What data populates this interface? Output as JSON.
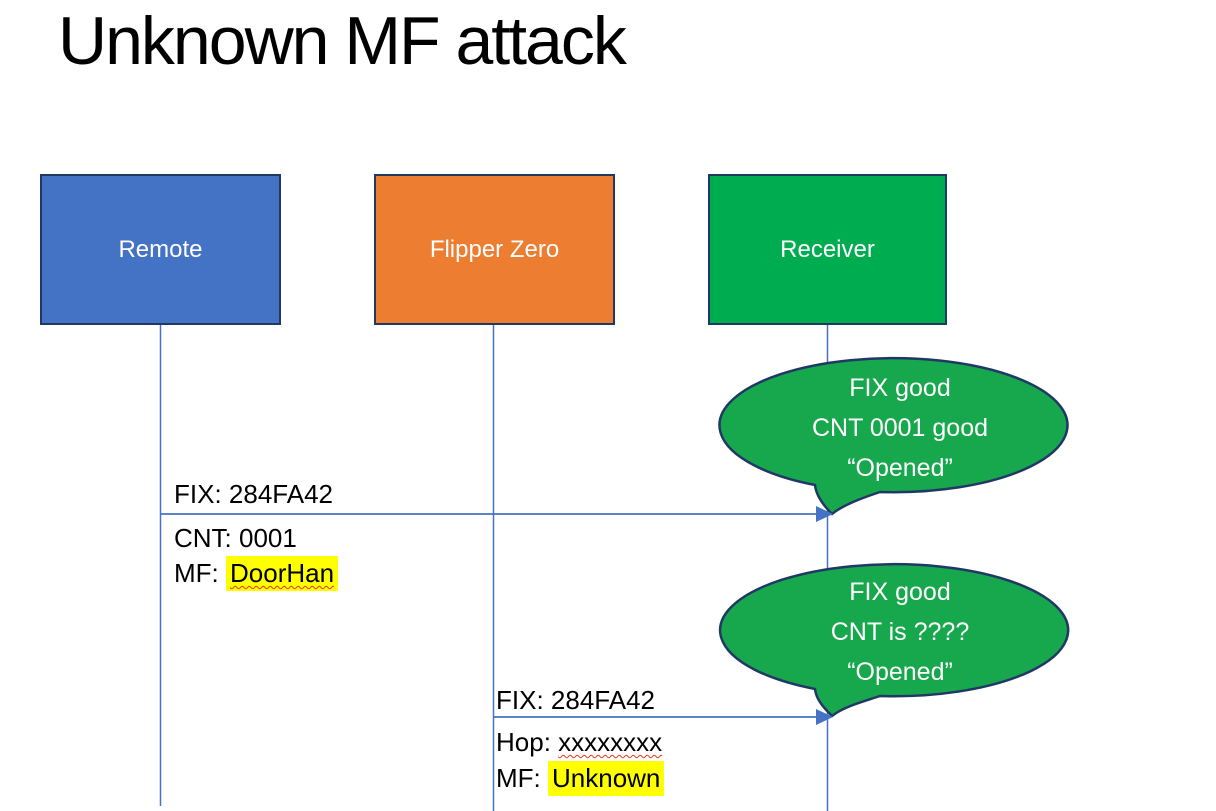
{
  "slide": {
    "title": "Unknown MF attack"
  },
  "actors": [
    {
      "id": "remote",
      "label": "Remote",
      "fill": "#4472C4"
    },
    {
      "id": "flipper-zero",
      "label": "Flipper Zero",
      "fill": "#ED7D31"
    },
    {
      "id": "receiver",
      "label": "Receiver",
      "fill": "#00AC50"
    }
  ],
  "messages": [
    {
      "from": "Remote",
      "to": "Receiver",
      "line1": "FIX: 284FA42",
      "line2": "CNT: 0001",
      "line3_prefix": "MF: ",
      "line3_value": "DoorHan"
    },
    {
      "from": "Flipper Zero",
      "to": "Receiver",
      "line1": "FIX: 284FA42",
      "line2_prefix": "Hop: ",
      "line2_value": "xxxxxxxx",
      "line3_prefix": "MF: ",
      "line3_value": "Unknown"
    }
  ],
  "callouts": [
    {
      "line1": "FIX good",
      "line2": "CNT 0001 good",
      "line3": "“Opened”"
    },
    {
      "line1": "FIX good",
      "line2": "CNT is ????",
      "line3": "“Opened”"
    }
  ],
  "colors": {
    "remote_fill": "#4472C4",
    "flipper_fill": "#ED7D31",
    "receiver_fill": "#00AC50",
    "callout_fill": "#17A84D",
    "shape_border": "#1F3864",
    "connector_blue": "#4472C4",
    "highlight_yellow": "#FFFF00",
    "squiggle_red": "#E8341C",
    "title_text": "#000000",
    "actor_text": "#FFFFFF",
    "callout_text": "#FFFFFF"
  }
}
